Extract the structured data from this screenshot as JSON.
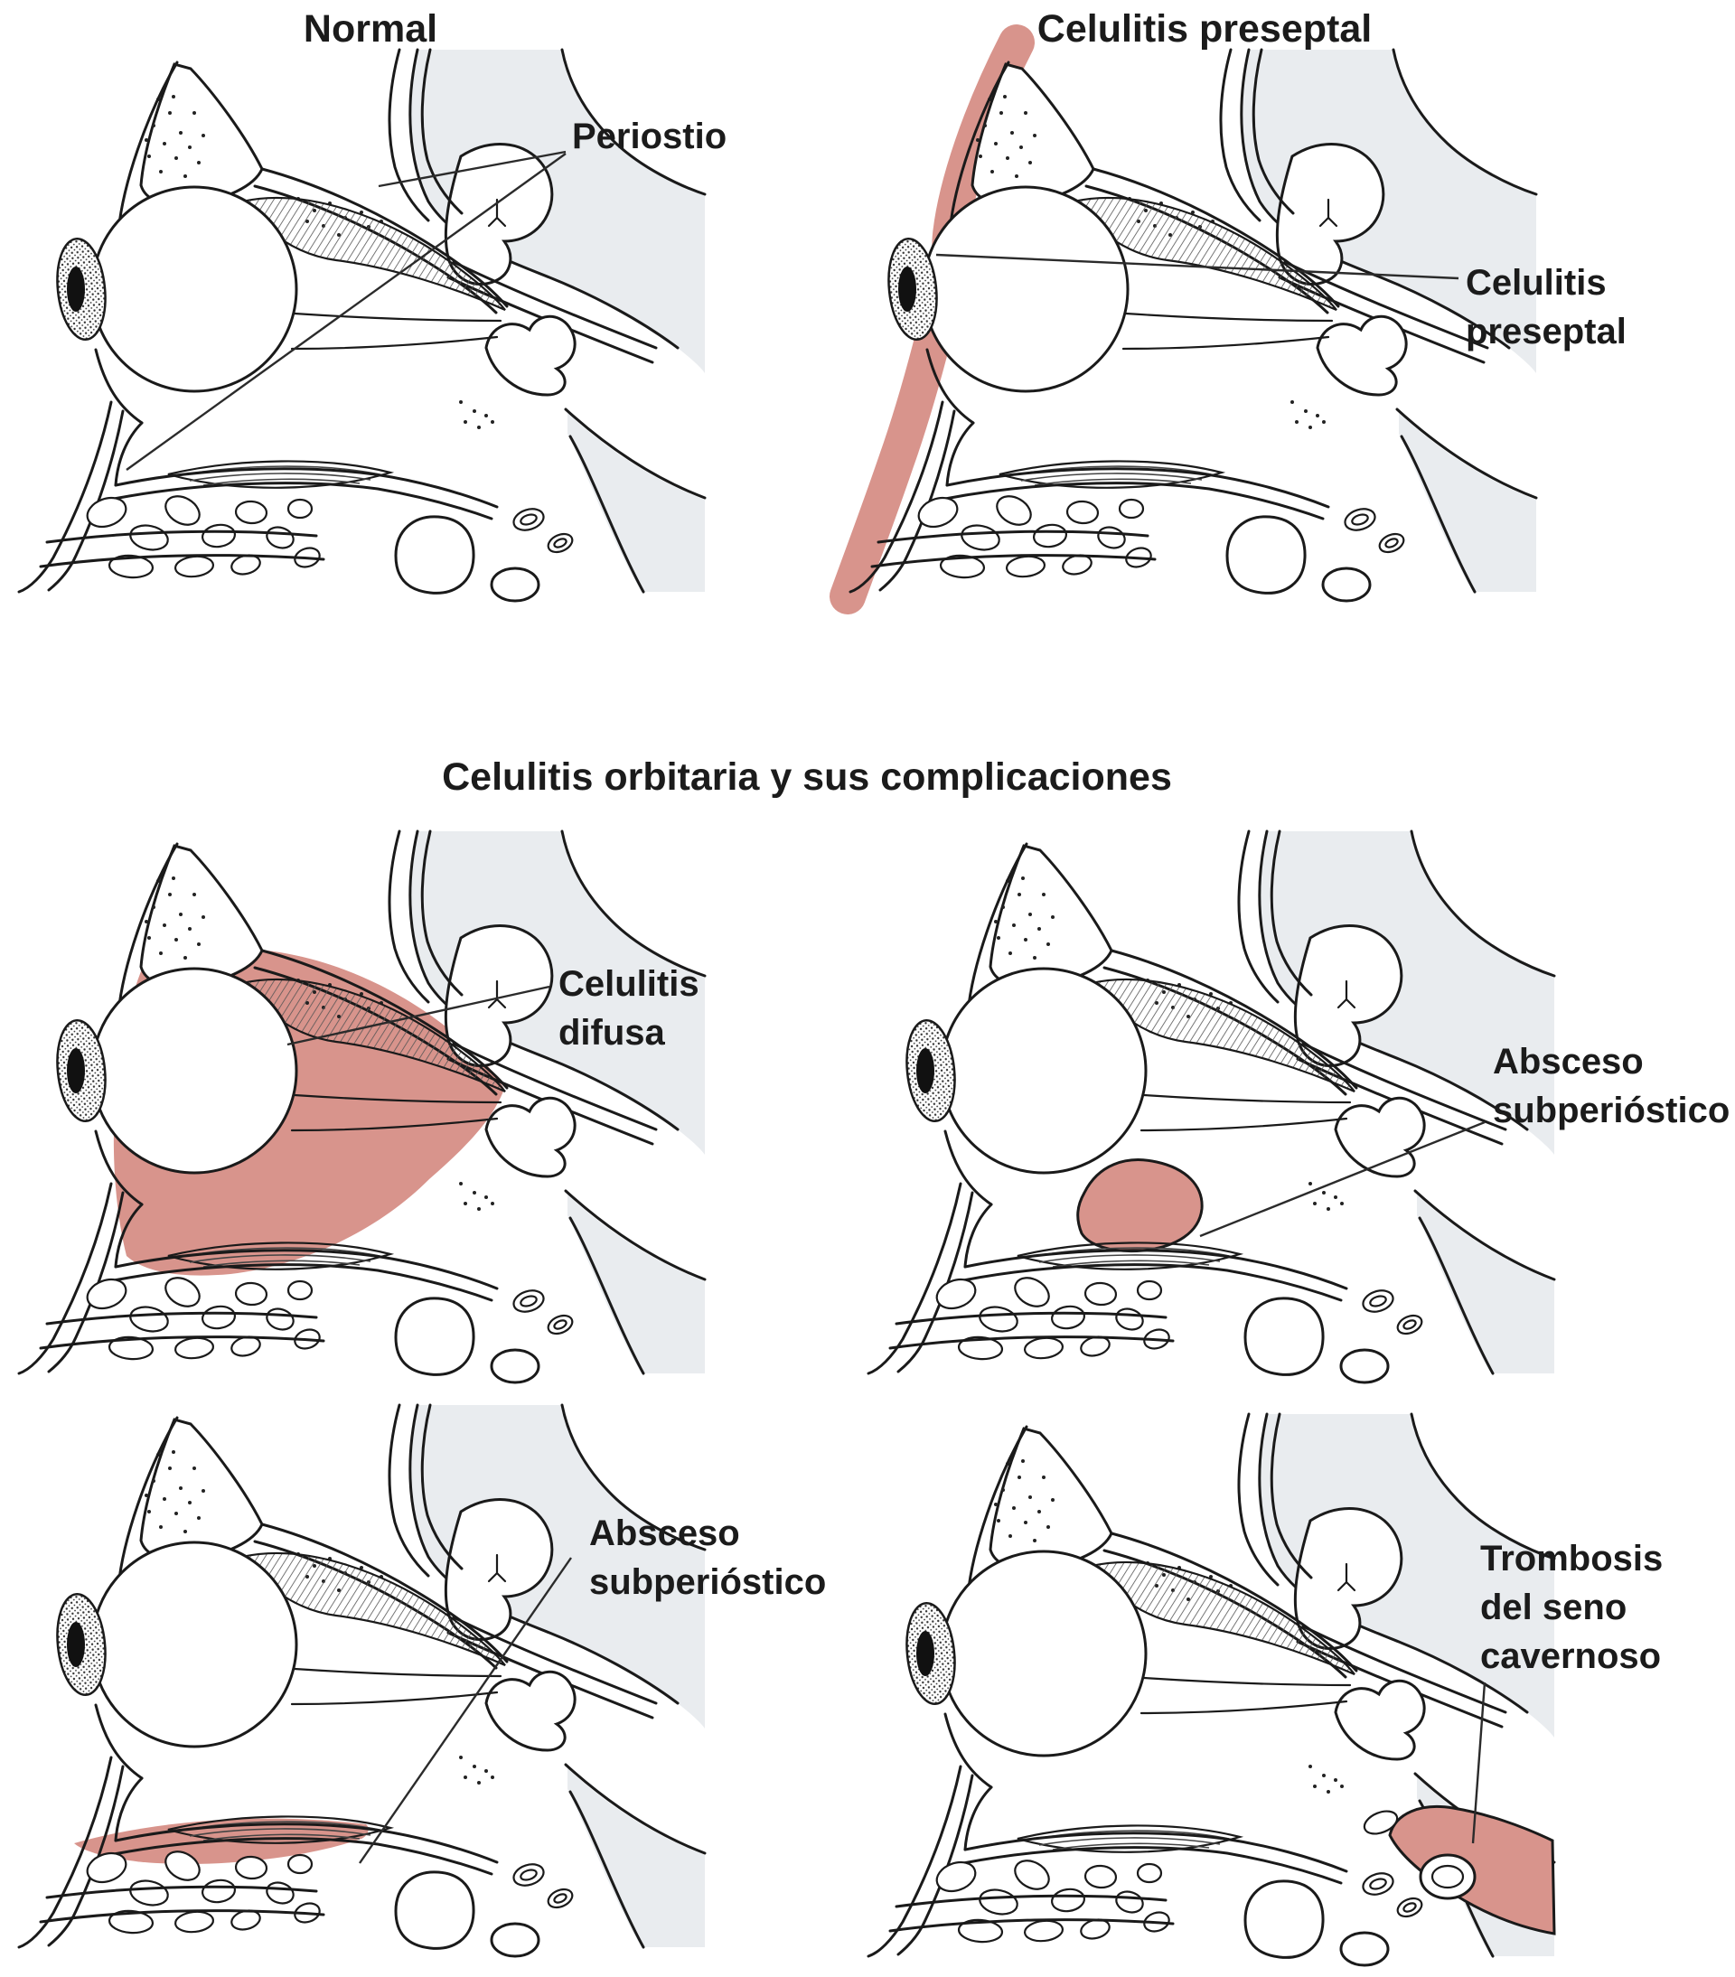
{
  "figure": {
    "panel_titles": {
      "normal": "Normal",
      "preseptal": "Celulitis preseptal"
    },
    "section_title": "Celulitis orbitaria y sus complicaciones",
    "annotations": {
      "periostio": "Periostio",
      "preseptal": [
        "Celulitis",
        "preseptal"
      ],
      "difusa": [
        "Celulitis",
        "difusa"
      ],
      "absceso_mid": [
        "Absceso",
        "subperióstico"
      ],
      "absceso_bottom": [
        "Absceso",
        "subperióstico"
      ],
      "trombosis": [
        "Trombosis",
        "del seno",
        "cavernoso"
      ]
    },
    "colors": {
      "highlight": "#D8948C",
      "brain": "#E9ECEF",
      "line": "#1A1A1A"
    }
  }
}
